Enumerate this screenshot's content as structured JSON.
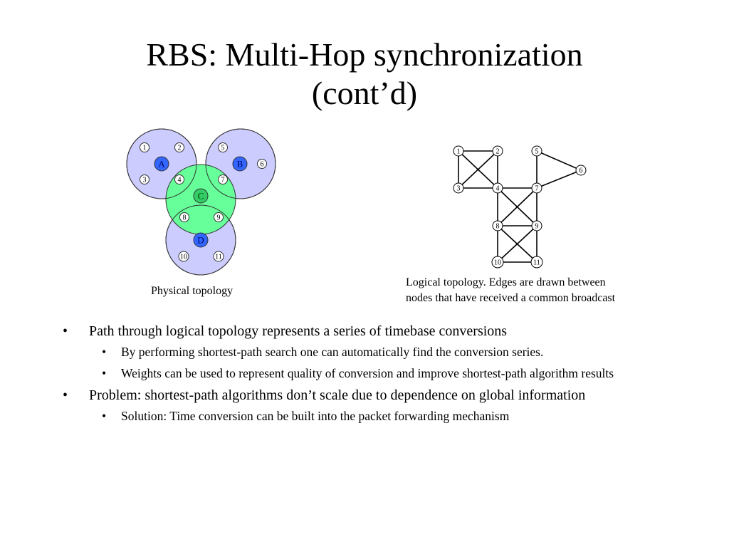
{
  "title": {
    "line1": "RBS: Multi-Hop synchronization",
    "line2": "(cont’d)"
  },
  "physical_topology": {
    "caption": "Physical topology",
    "hubs": [
      {
        "label": "A",
        "color": "#3366ff"
      },
      {
        "label": "B",
        "color": "#3366ff"
      },
      {
        "label": "C",
        "color": "#33cc66"
      },
      {
        "label": "D",
        "color": "#3366ff"
      }
    ],
    "nodes": [
      "1",
      "2",
      "3",
      "4",
      "5",
      "6",
      "7",
      "8",
      "9",
      "10",
      "11"
    ],
    "colors": {
      "blue_region": "#ccccff",
      "green_region": "#66ff99",
      "outline": "#333333"
    }
  },
  "logical_topology": {
    "caption_line1": "Logical topology. Edges are drawn between",
    "caption_line2": "nodes that have received a common broadcast",
    "nodes": [
      "1",
      "2",
      "3",
      "4",
      "5",
      "6",
      "7",
      "8",
      "9",
      "10",
      "11"
    ],
    "edges": [
      [
        "1",
        "2"
      ],
      [
        "1",
        "3"
      ],
      [
        "1",
        "4"
      ],
      [
        "2",
        "3"
      ],
      [
        "2",
        "4"
      ],
      [
        "3",
        "4"
      ],
      [
        "4",
        "7"
      ],
      [
        "4",
        "8"
      ],
      [
        "4",
        "9"
      ],
      [
        "7",
        "8"
      ],
      [
        "7",
        "9"
      ],
      [
        "5",
        "7"
      ],
      [
        "5",
        "6"
      ],
      [
        "6",
        "7"
      ],
      [
        "8",
        "9"
      ],
      [
        "8",
        "10"
      ],
      [
        "8",
        "11"
      ],
      [
        "9",
        "10"
      ],
      [
        "9",
        "11"
      ],
      [
        "10",
        "11"
      ]
    ]
  },
  "bullets": [
    {
      "text": "Path through logical topology represents a series of timebase conversions",
      "children": [
        "By performing shortest-path search one can automatically find the conversion series.",
        "Weights can be used to represent quality of conversion and improve shortest-path algorithm results"
      ]
    },
    {
      "text": "Problem: shortest-path algorithms don’t scale due to dependence on global information",
      "children": [
        "Solution: Time conversion can be built into the packet forwarding mechanism"
      ]
    }
  ]
}
